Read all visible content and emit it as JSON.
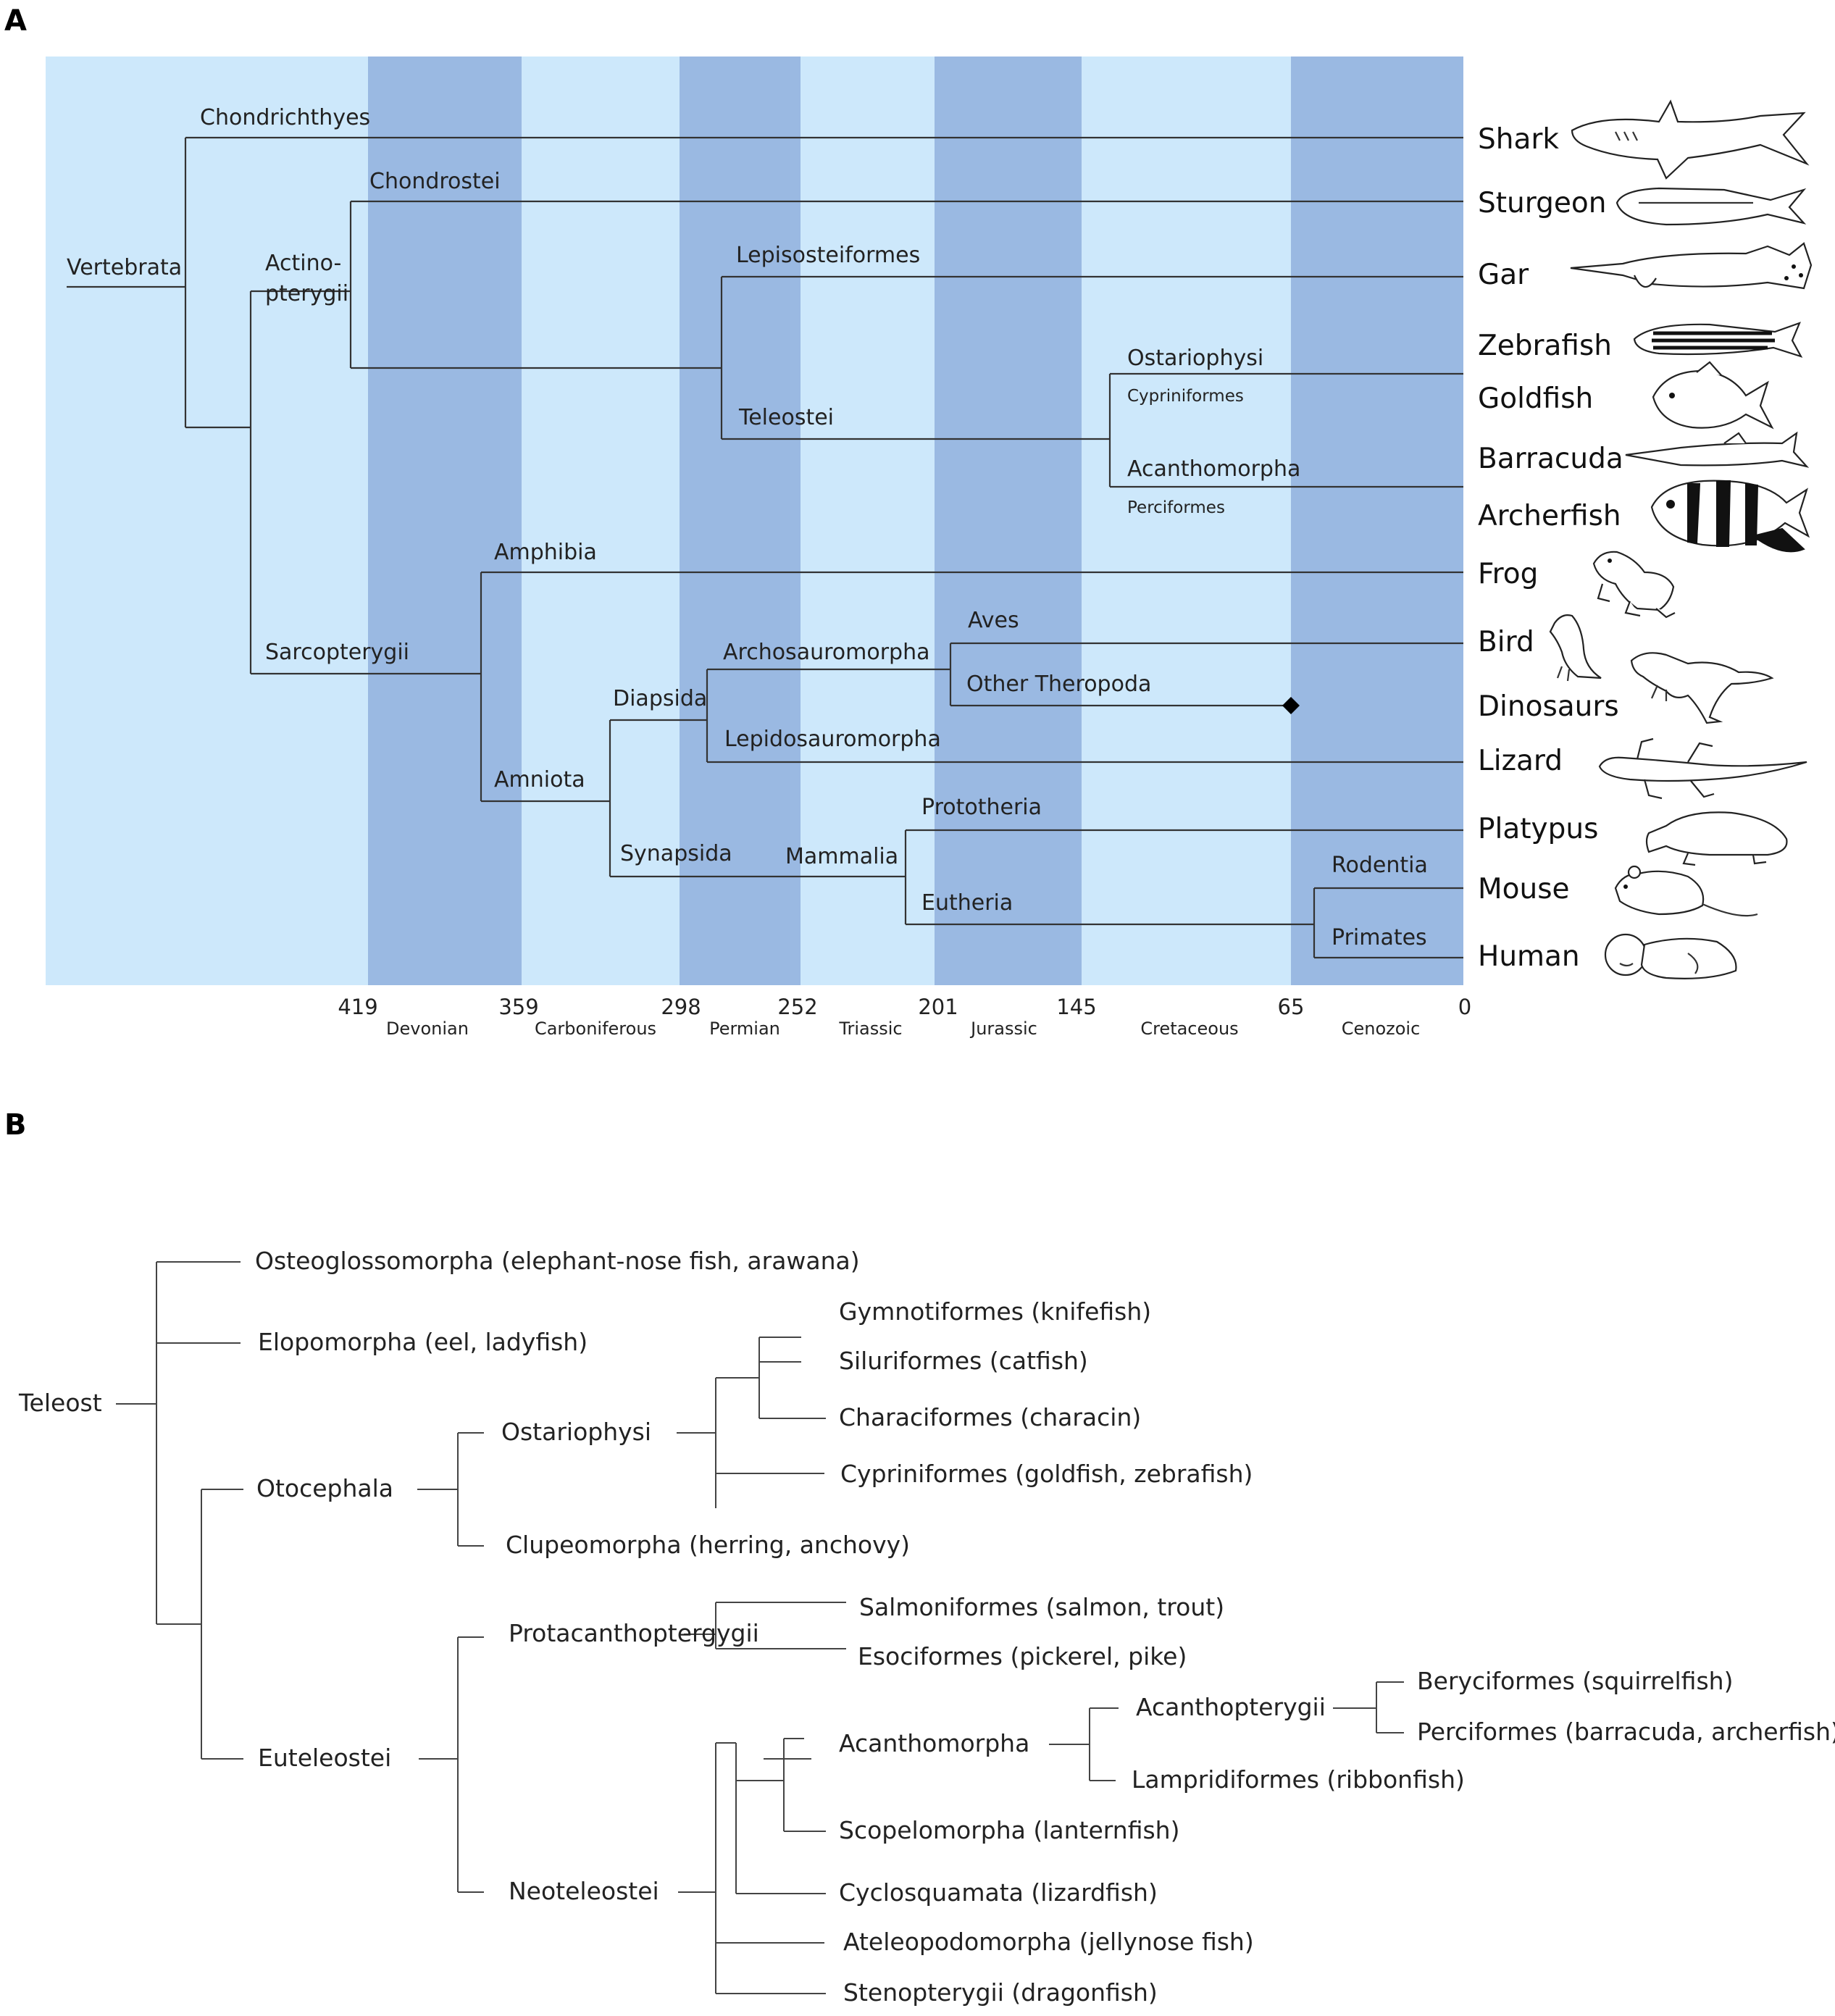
{
  "panel_a": {
    "letter": "A",
    "colors": {
      "light_band": "#cde8fb",
      "dark_band": "#9ab9e2"
    },
    "time_ticks": [
      "419",
      "359",
      "298",
      "252",
      "201",
      "145",
      "65",
      "0"
    ],
    "periods": [
      "Devonian",
      "Carboniferous",
      "Permian",
      "Triassic",
      "Jurassic",
      "Cretaceous",
      "Cenozoic"
    ],
    "clades": {
      "vertebrata": "Vertebrata",
      "chondrichthyes": "Chondrichthyes",
      "actino_1": "Actino-",
      "actino_2": "pterygii",
      "chondrostei": "Chondrostei",
      "lepisosteiformes": "Lepisosteiformes",
      "teleostei": "Teleostei",
      "ostariophysi": "Ostariophysi",
      "cypriniformes": "Cypriniformes",
      "acanthomorpha": "Acanthomorpha",
      "perciformes": "Perciformes",
      "sarcopterygii": "Sarcopterygii",
      "amphibia": "Amphibia",
      "amniota": "Amniota",
      "diapsida": "Diapsida",
      "archosauromorpha": "Archosauromorpha",
      "aves": "Aves",
      "other_theropoda": "Other Theropoda",
      "lepidosauromorpha": "Lepidosauromorpha",
      "synapsida": "Synapsida",
      "mammalia": "Mammalia",
      "prototheria": "Prototheria",
      "eutheria": "Eutheria",
      "rodentia": "Rodentia",
      "primates": "Primates"
    },
    "taxa": [
      "Shark",
      "Sturgeon",
      "Gar",
      "Zebrafish",
      "Goldfish",
      "Barracuda",
      "Archerfish",
      "Frog",
      "Bird",
      "Dinosaurs",
      "Lizard",
      "Platypus",
      "Mouse",
      "Human"
    ],
    "icons": [
      "shark-icon",
      "sturgeon-icon",
      "gar-icon",
      "zebrafish-icon",
      "goldfish-icon",
      "barracuda-icon",
      "archerfish-icon",
      "frog-icon",
      "bird-icon",
      "dinosaur-icon",
      "lizard-icon",
      "platypus-icon",
      "mouse-icon",
      "baby-icon"
    ]
  },
  "panel_b": {
    "letter": "B",
    "labels": {
      "teleost": "Teleost",
      "osteoglossomorpha": "Osteoglossomorpha (elephant-nose fish, arawana)",
      "elopomorpha": "Elopomorpha (eel, ladyfish)",
      "otocephala": "Otocephala",
      "ostariophysi": "Ostariophysi",
      "gymnotiformes": "Gymnotiformes (knifefish)",
      "siluriformes": "Siluriformes (catfish)",
      "characiformes": "Characiformes (characin)",
      "cypriniformes": "Cypriniformes (goldfish, zebrafish)",
      "clupeomorpha": "Clupeomorpha (herring, anchovy)",
      "euteleostei": "Euteleostei",
      "protacanthoptergygii": "Protacanthoptergygii",
      "salmoniformes": "Salmoniformes (salmon, trout)",
      "esociformes": "Esociformes (pickerel, pike)",
      "neoteleostei": "Neoteleostei",
      "acanthomorpha": "Acanthomorpha",
      "acanthopterygii": "Acanthopterygii",
      "beryciformes": "Beryciformes (squirrelfish)",
      "perciformes": "Perciformes (barracuda, archerfish)",
      "lampridiformes": "Lampridiformes (ribbonfish)",
      "scopelomorpha": "Scopelomorpha (lanternfish)",
      "cyclosquamata": "Cyclosquamata (lizardfish)",
      "ateleopodomorpha": "Ateleopodomorpha (jellynose fish)",
      "stenopterygii": "Stenopterygii (dragonfish)"
    }
  }
}
